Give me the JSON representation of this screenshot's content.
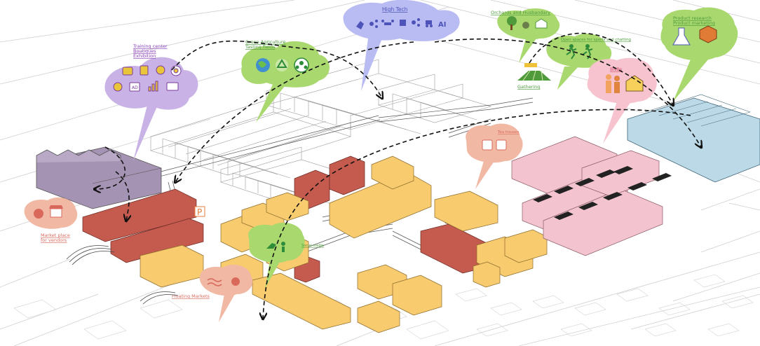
{
  "labels": {
    "training_center": [
      "Training center",
      "Boutiques",
      "Exhibition"
    ],
    "green_agriculture": [
      "Green Agriculture",
      "Tasting fields"
    ],
    "high_tech": "High Tech",
    "orchards": "Orchards and Husbandary",
    "gathering": "Gathering",
    "open_spaces": "Open spaces for sports and chatting",
    "bnbs": "BNBs",
    "research": [
      "Product research",
      "Product marketing"
    ],
    "tea_houses": "Tea houses",
    "market_place": [
      "Market place",
      "for vendors"
    ],
    "floating_markets": "Floating Markets",
    "social_media": "Social media",
    "parking": "P"
  },
  "colors": {
    "purple": "#c9b3e6",
    "purple_building": "#a593b3",
    "green": "#a9d86e",
    "blue": "#b8bcf2",
    "pink": "#f6c3cf",
    "salmon": "#f1b8a4",
    "red_building": "#c55a4e",
    "yellow_building": "#f7cb6e",
    "light_blue_building": "#bcd9e8",
    "pink_building": "#f3c4cf",
    "label_purple": "#8a3fb8",
    "label_green": "#4c9a3c",
    "label_red": "#d9695b",
    "label_blue": "#4d53b8",
    "label_pink": "#d9506f",
    "label_teal": "#55a3a8"
  },
  "icons": {
    "training_center": [
      "handshake-icon",
      "certificate-icon",
      "lightbulb-icon",
      "target-icon",
      "coin-icon",
      "ad-icon",
      "growth-chart-icon",
      "presentation-icon"
    ],
    "green_agriculture": [
      "globe-icon",
      "recycle-icon",
      "community-icon"
    ],
    "high_tech": [
      "robot-arm-icon",
      "network-icon",
      "drone-icon",
      "circuit-icon",
      "molecule-icon",
      "tractor-icon",
      "ai-icon"
    ],
    "orchards": [
      "tree-icon",
      "chicken-icon",
      "barn-icon"
    ],
    "gathering": [
      "field-icon"
    ],
    "open_spaces": [
      "runner-icon",
      "runner-icon"
    ],
    "bnbs": [
      "family-icon",
      "house-icon"
    ],
    "research": [
      "flask-icon",
      "box-icon"
    ],
    "tea_houses": [
      "teapot-icon",
      "tea-tray-icon"
    ],
    "market_place": [
      "money-bag-icon",
      "stall-icon"
    ],
    "floating_markets": [
      "water-icon",
      "money-bag-icon"
    ],
    "social_media": [
      "bird-icon",
      "people-icon"
    ]
  }
}
